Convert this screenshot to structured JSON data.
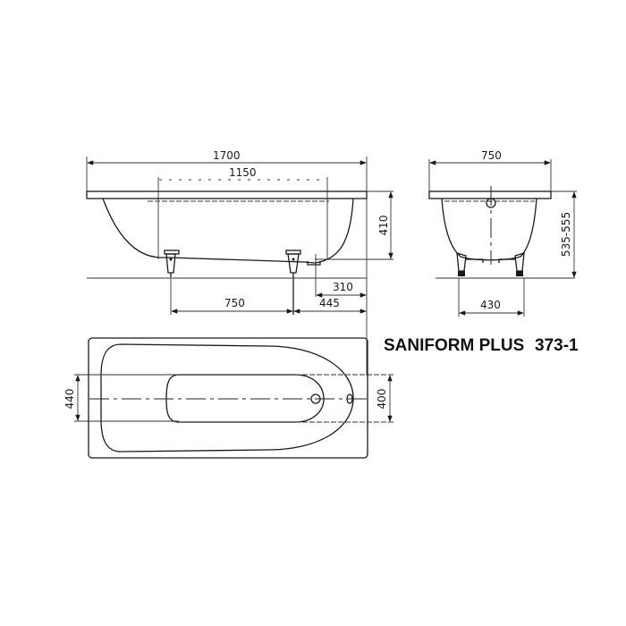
{
  "title": {
    "model": "SANIFORM PLUS",
    "code": "373-1"
  },
  "side_view": {
    "overall_length": "1700",
    "inner_length": "1150",
    "depth": "410",
    "foot_spacing": "750",
    "foot_to_end": "445",
    "drain_to_end": "310"
  },
  "end_view": {
    "overall_width": "750",
    "height_range": "535-555",
    "foot_width": "430"
  },
  "top_view": {
    "inner_width": "440",
    "outer_width_ref": "400"
  }
}
